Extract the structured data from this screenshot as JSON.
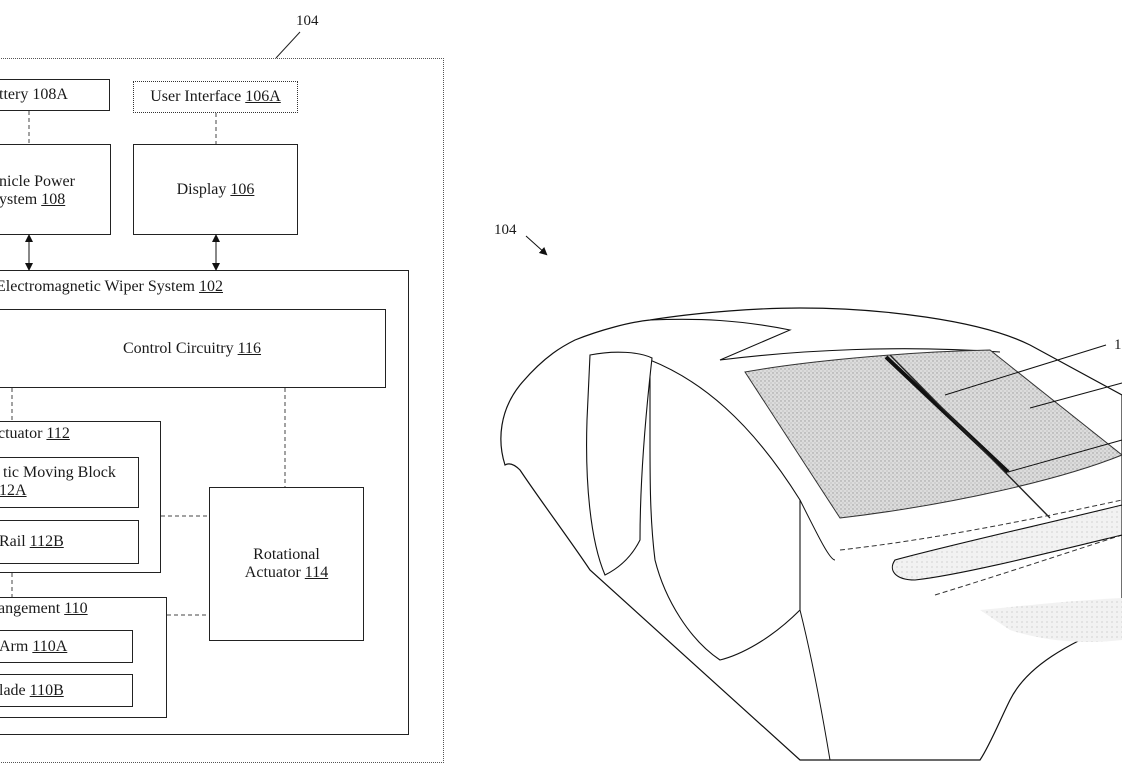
{
  "diagram": {
    "ref_top": "104",
    "ref_car": "104",
    "battery": {
      "name": "ttery 108A"
    },
    "user_interface": {
      "name": "User Interface ",
      "num": "106A"
    },
    "vehicle_power": {
      "line1": "nicle Power",
      "line2": "ystem ",
      "num": "108"
    },
    "display": {
      "name": "Display ",
      "num": "106"
    },
    "wiper_system": {
      "name": "Electromagnetic Wiper System ",
      "num": "102"
    },
    "control_circuitry": {
      "name": "Control Circuitry ",
      "num": "116"
    },
    "actuator": {
      "name": "ctuator ",
      "num": "112"
    },
    "moving_block": {
      "line1": "tic Moving Block",
      "num": "12A"
    },
    "rail": {
      "name": "Rail ",
      "num": "112B"
    },
    "rotational_actuator": {
      "line1": "Rotational",
      "line2": "Actuator ",
      "num": "114"
    },
    "arrangement": {
      "name": "angement ",
      "num": "110"
    },
    "arm": {
      "name": "Arm ",
      "num": "110A"
    },
    "blade": {
      "name": "lade ",
      "num": "110B"
    },
    "car_callout": "1"
  }
}
